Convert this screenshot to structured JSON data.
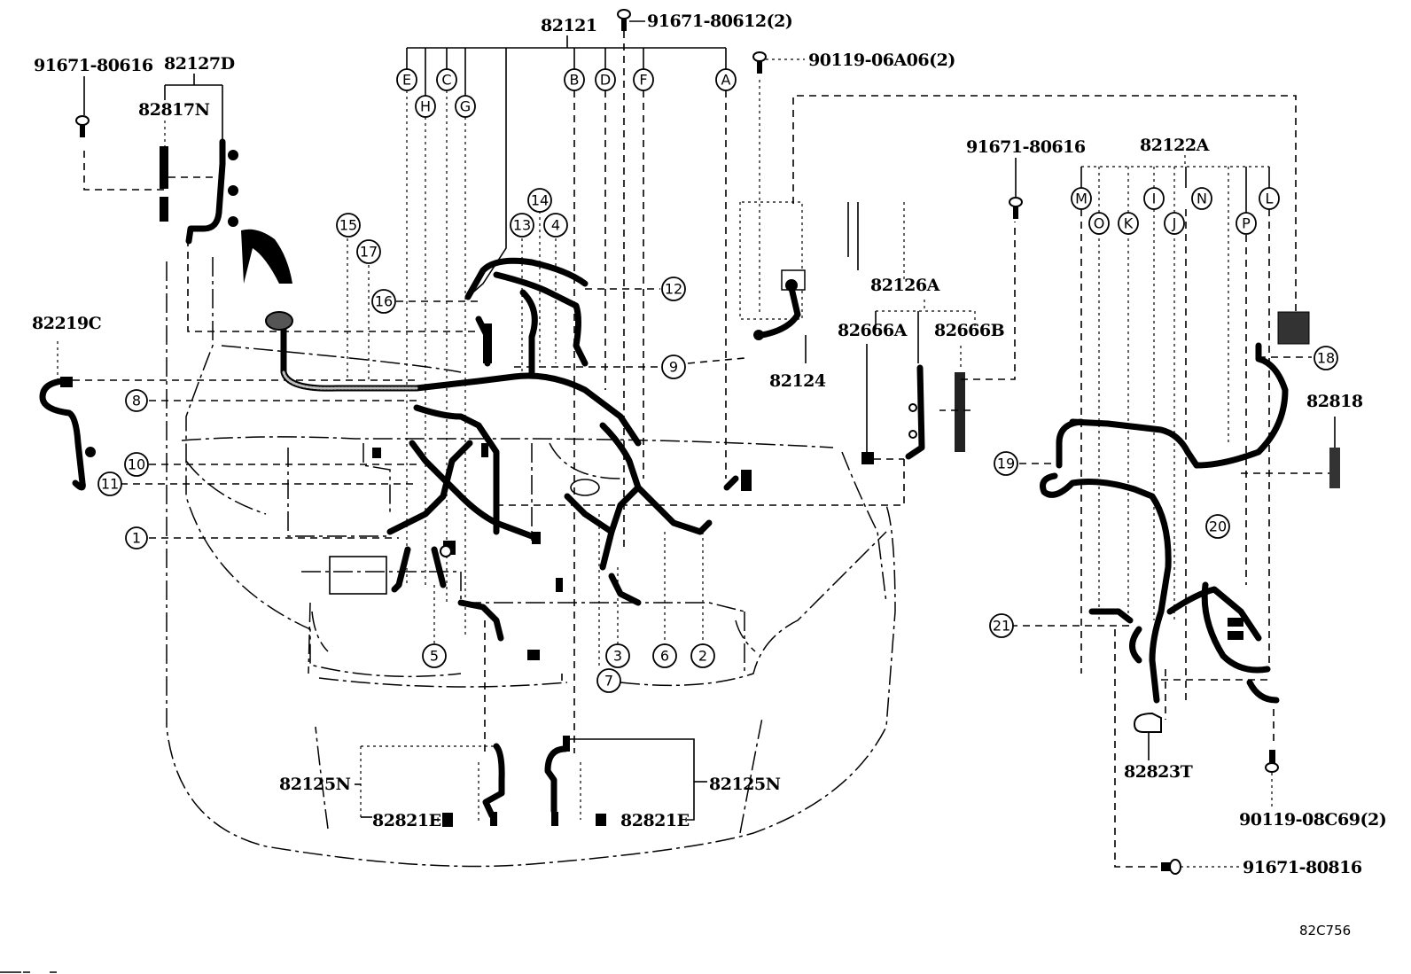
{
  "diagram": {
    "title": "Engine Room Wire Harness Assembly",
    "reference_code": "82C756",
    "part_numbers": {
      "p82121": "82121",
      "p82127D": "82127D",
      "p82817N": "82817N",
      "p82219C": "82219C",
      "p82124": "82124",
      "p82126A": "82126A",
      "p82666A": "82666A",
      "p82666B": "82666B",
      "p82122A": "82122A",
      "p82818": "82818",
      "p82823T": "82823T",
      "p82125N_left": "82125N",
      "p82125N_right": "82125N",
      "p82821E_left": "82821E",
      "p82821E_right": "82821E",
      "bolt_91671_80612": "91671-80612(2)",
      "bolt_90119_06A06": "90119-06A06(2)",
      "bolt_91671_80616_left": "91671-80616",
      "bolt_91671_80616_right": "91671-80616",
      "bolt_90119_08C69": "90119-08C69(2)",
      "bolt_91671_80816": "91671-80816"
    },
    "letter_callouts": {
      "E": "E",
      "H": "H",
      "C": "C",
      "G": "G",
      "B": "B",
      "D": "D",
      "F": "F",
      "A": "A",
      "M": "M",
      "O": "O",
      "K": "K",
      "I": "I",
      "J": "J",
      "N": "N",
      "P": "P",
      "L": "L"
    },
    "number_callouts": {
      "n1": "1",
      "n2": "2",
      "n3": "3",
      "n4": "4",
      "n5": "5",
      "n6": "6",
      "n7": "7",
      "n8": "8",
      "n9": "9",
      "n10": "10",
      "n11": "11",
      "n12": "12",
      "n13": "13",
      "n14": "14",
      "n15": "15",
      "n16": "16",
      "n17": "17",
      "n18": "18",
      "n19": "19",
      "n20": "20",
      "n21": "21"
    }
  }
}
